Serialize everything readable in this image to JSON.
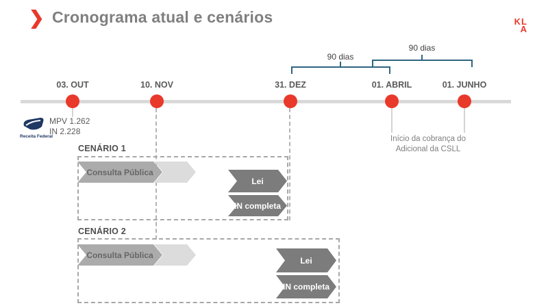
{
  "header": {
    "title": "Cronograma atual e cenários",
    "chevron_icon": "❯",
    "logo_line1": "KL",
    "logo_line2": "A"
  },
  "timeline": {
    "milestones": [
      {
        "label": "03. OUT"
      },
      {
        "label": "10. NOV"
      },
      {
        "label": "31. DEZ"
      },
      {
        "label": "01. ABRIL"
      },
      {
        "label": "01. JUNHO"
      }
    ],
    "brackets": [
      {
        "label": "90 dias"
      },
      {
        "label": "90 dias"
      }
    ],
    "receita": {
      "logo_label": "Receita Federal",
      "line1": "MPV 1.262",
      "line2": "IN 2.228"
    },
    "annotation": {
      "line1": "Início da cobrança do",
      "line2": "Adicional da CSLL"
    }
  },
  "scenarios": [
    {
      "label": "CENÁRIO 1",
      "consulta": "Consulta Pública",
      "lei": "Lei",
      "in_completa": "IN completa"
    },
    {
      "label": "CENÁRIO 2",
      "consulta": "Consulta Pública",
      "lei": "Lei",
      "in_completa": "IN completa"
    }
  ],
  "colors": {
    "accent_red": "#e8392b",
    "bracket_blue": "#2e6580",
    "dark_gray": "#7c7c7c",
    "medium_gray": "#ababab",
    "light_gray": "#dcdcdc",
    "navy": "#1f3864"
  }
}
